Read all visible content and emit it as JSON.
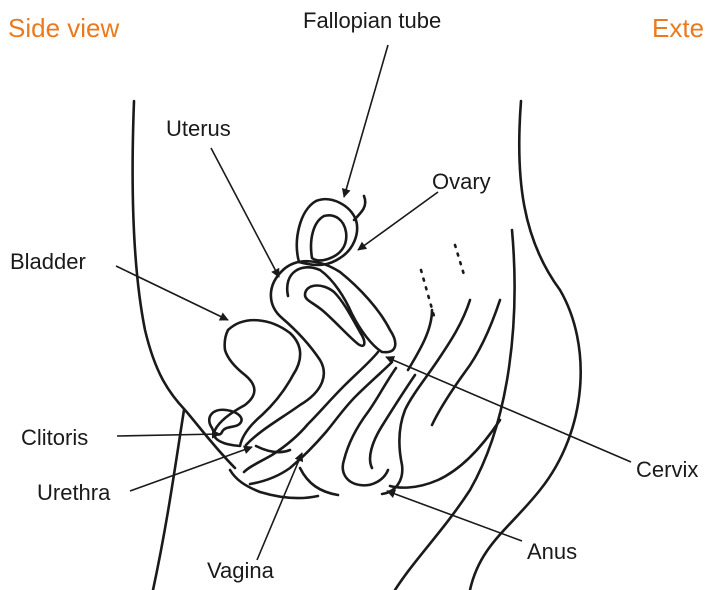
{
  "colors": {
    "heading": "#ea7a1e",
    "ink": "#1a1a1a",
    "background": "#ffffff"
  },
  "headings": {
    "side_view": "Side view",
    "external_view_partial": "Exte"
  },
  "labels": {
    "fallopian_tube": "Fallopian tube",
    "uterus": "Uterus",
    "ovary": "Ovary",
    "bladder": "Bladder",
    "clitoris": "Clitoris",
    "cervix": "Cervix",
    "urethra": "Urethra",
    "vagina": "Vagina",
    "anus": "Anus"
  }
}
